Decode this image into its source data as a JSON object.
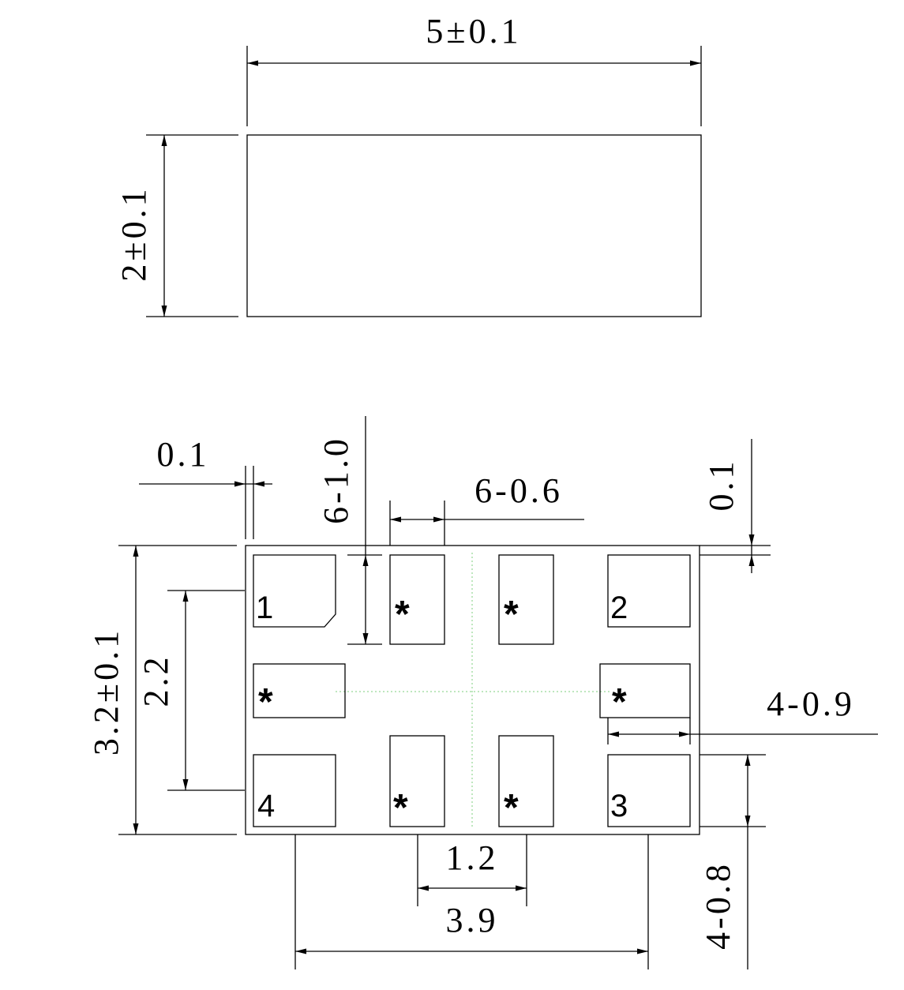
{
  "top_view": {
    "width_label": "5±0.1",
    "height_label": "2±0.1"
  },
  "bottom_view": {
    "dim_gap_left": "0.1",
    "dim_pad_height": "6-1.0",
    "dim_pad_width": "6-0.6",
    "dim_gap_right": "0.1",
    "dim_body_height": "3.2±0.1",
    "dim_pad_pitch_v": "2.2",
    "dim_side_pad_width": "4-0.9",
    "dim_inner_pitch": "1.2",
    "dim_outer_pitch": "3.9",
    "dim_corner_pad_height": "4-0.8",
    "pads": {
      "p1": "1",
      "p2": "2",
      "p3": "3",
      "p4": "4",
      "nc": "*"
    }
  },
  "colors": {
    "line": "#000000",
    "centerline": "#7ccf7c"
  }
}
